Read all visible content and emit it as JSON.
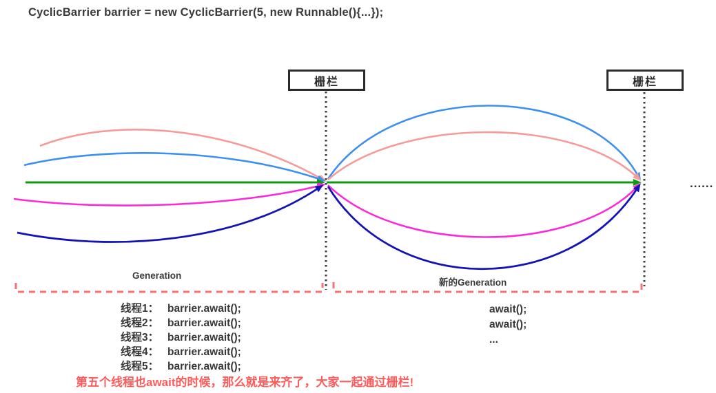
{
  "title": "CyclicBarrier barrier = new CyclicBarrier(5, new Runnable(){...});",
  "barrier_box_1": "栅栏",
  "barrier_box_2": "栅栏",
  "generation_left_label": "Generation",
  "generation_right_label": "新的Generation",
  "threads": [
    {
      "label": "线程1：",
      "code": "barrier.await();"
    },
    {
      "label": "线程2：",
      "code": "barrier.await();"
    },
    {
      "label": "线程3：",
      "code": "barrier.await();"
    },
    {
      "label": "线程4：",
      "code": "barrier.await();"
    },
    {
      "label": "线程5：",
      "code": "barrier.await();"
    }
  ],
  "await_list": [
    "await();",
    "await();",
    "..."
  ],
  "continuation_dots": "......",
  "footnote": "第五个线程也await的时候，那么就是来齐了，大家一起通过栅栏!",
  "colors": {
    "thread1_pink": "#f79a9a",
    "thread2_blue": "#3d8ff0",
    "thread3_green": "#0d9b0d",
    "thread4_magenta": "#fb2ad8",
    "thread5_navy": "#1414b4",
    "barrier_border": "#2b2b2b",
    "dotted_line": "#3b3b3b",
    "bracket_red": "#f87272",
    "footnote_red": "#ff5a5a",
    "text_dark": "#383838"
  }
}
